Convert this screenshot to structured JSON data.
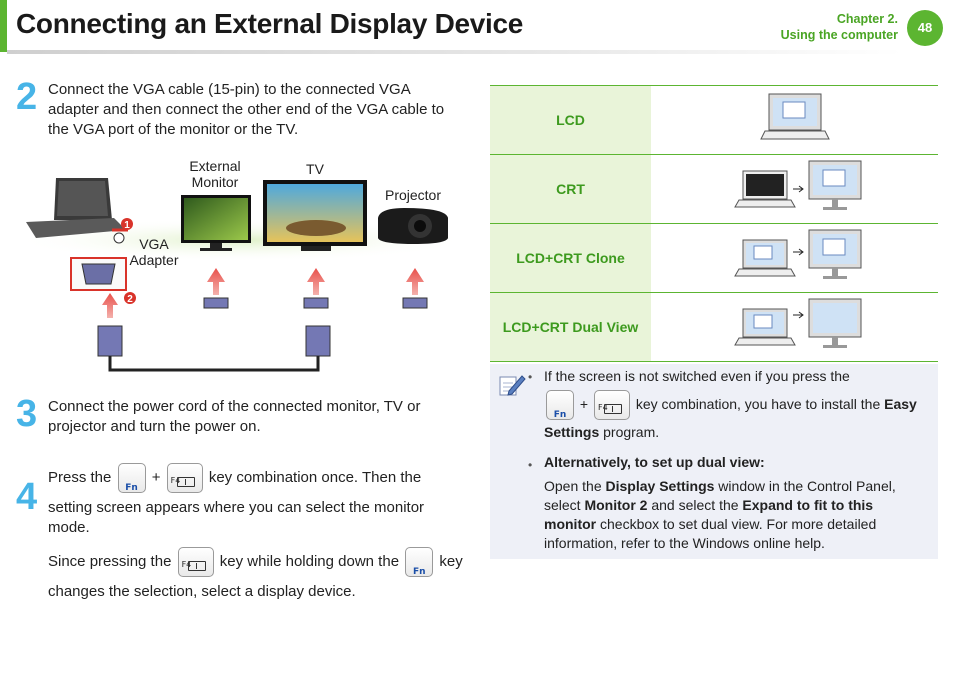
{
  "header": {
    "title": "Connecting an External Display Device",
    "chapter": "Chapter 2.",
    "section": "Using the computer",
    "page_number": "48"
  },
  "keys": {
    "fn": "Fn",
    "f4": "F4"
  },
  "steps": {
    "s2": {
      "num": "2",
      "line1": "Connect the VGA cable (15-pin) to the connected VGA",
      "line2": "adapter and then connect the other end of the VGA cable to",
      "line3": "the VGA port of the monitor or the TV."
    },
    "s3": {
      "num": "3",
      "line1": "Connect the power cord of the connected monitor, TV or",
      "line2": "projector and turn the power on."
    },
    "s4": {
      "num": "4",
      "a_pre": "Press the",
      "plus": "+",
      "a_post": "key combination once. Then the",
      "a_line2": "setting screen appears where you can select the monitor",
      "a_line3": "mode.",
      "b_pre": "Since pressing the",
      "b_mid": "key while holding down the",
      "b_post": "key",
      "b_line2": "changes the selection, select a display device."
    }
  },
  "diagram": {
    "external_monitor_1": "External",
    "external_monitor_2": "Monitor",
    "tv": "TV",
    "projector": "Projector",
    "vga_1": "VGA",
    "vga_2": "Adapter",
    "marker_1": "1",
    "marker_2": "2"
  },
  "modes": [
    {
      "label": "LCD"
    },
    {
      "label": "CRT"
    },
    {
      "label": "LCD+CRT Clone"
    },
    {
      "label": "LCD+CRT Dual View"
    }
  ],
  "note": {
    "b1_line1": "If the screen is not switched even if you press the",
    "b1_plus": "+",
    "b1_post_pre": "key combination, you have to install the ",
    "b1_bold1": "Easy",
    "b1_bold2": "Settings",
    "b1_post2": " program.",
    "b2_title": "Alternatively, to set up dual view:",
    "b2_l1_pre": "Open the ",
    "b2_l1_bold": "Display Settings",
    "b2_l1_post": " window in the Control Panel,",
    "b2_l2_pre": "select ",
    "b2_l2_bold1": "Monitor 2",
    "b2_l2_mid": " and select the ",
    "b2_l2_bold2": "Expand to fit to this",
    "b2_l3_bold": "monitor",
    "b2_l3_post": " checkbox to set dual view. For more detailed",
    "b2_l4": "information, refer to the Windows online help.",
    "bullet": "•"
  },
  "colors": {
    "accent_green": "#5cb531",
    "step_blue": "#47b4e7",
    "table_fill": "#e9f4d9",
    "note_fill": "#eef0f7",
    "arrow_red": "#d9332a"
  }
}
